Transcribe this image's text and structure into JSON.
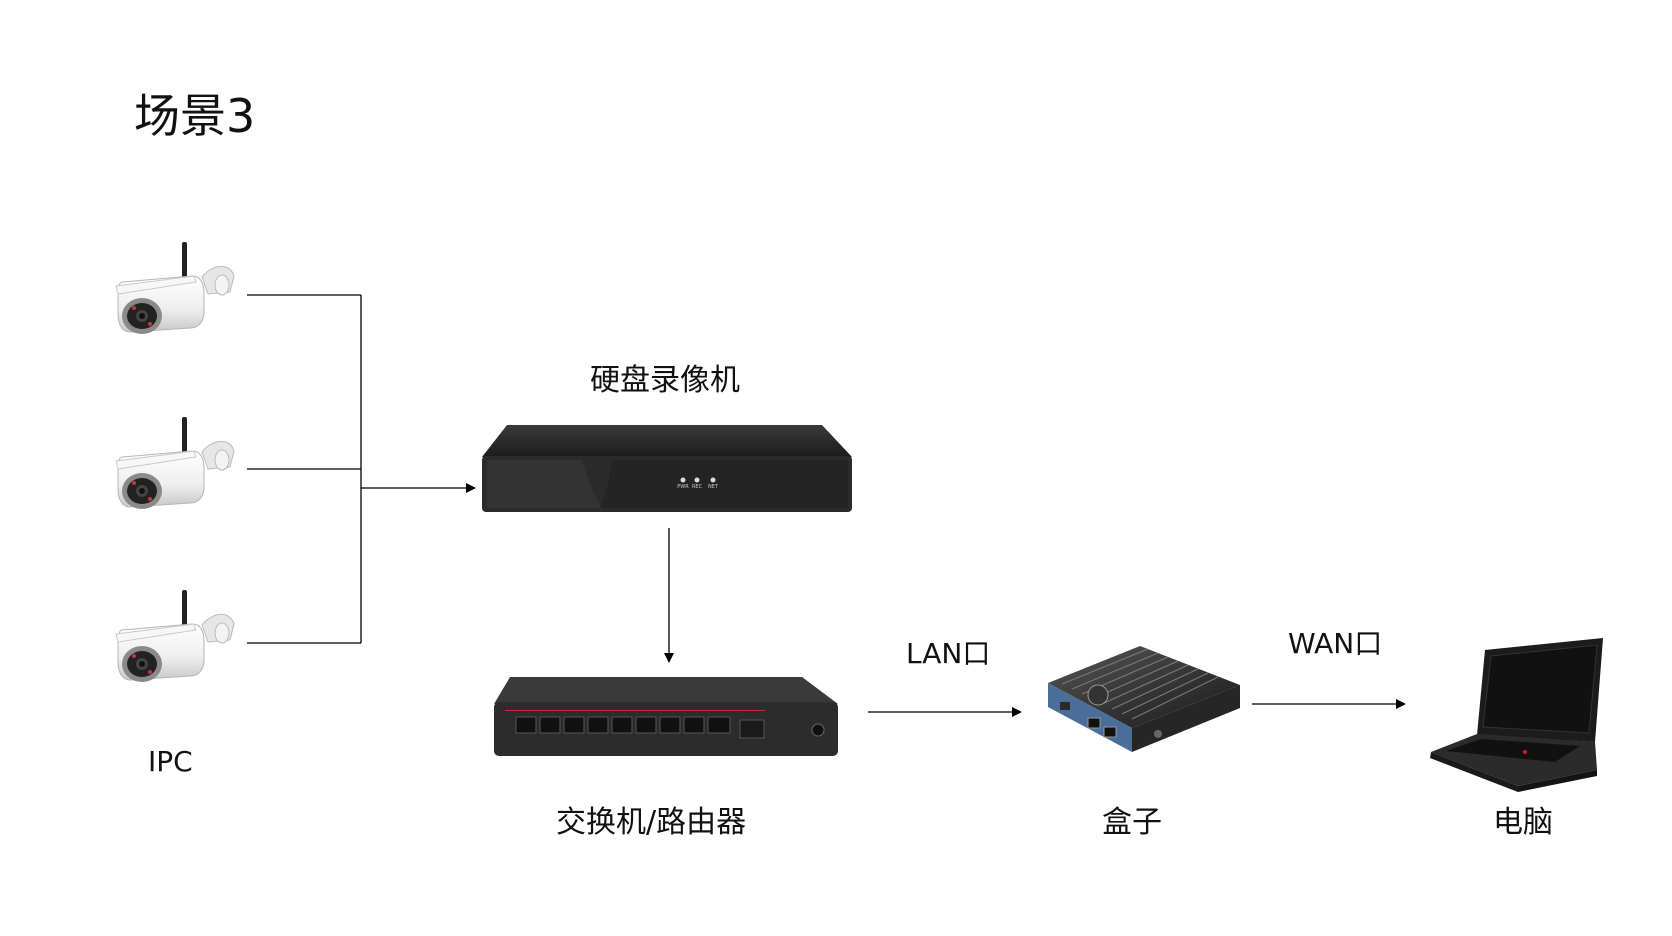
{
  "title": "场景3",
  "nodes": {
    "ipc": "IPC",
    "nvr": "硬盘录像机",
    "switch": "交换机/路由器",
    "box": "盒子",
    "pc": "电脑"
  },
  "edges": {
    "lan": "LAN口",
    "wan": "WAN口"
  },
  "nvr_leds": [
    "PWR",
    "REC",
    "NET"
  ]
}
